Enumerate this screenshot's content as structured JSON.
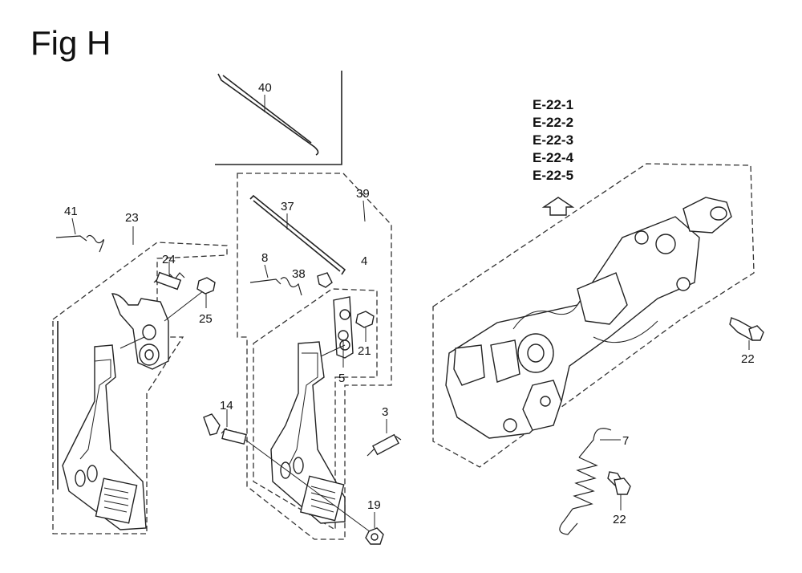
{
  "figure": {
    "title": "Fig H"
  },
  "references": [
    "E-22-1",
    "E-22-2",
    "E-22-3",
    "E-22-4",
    "E-22-5"
  ],
  "callouts": {
    "p40": "40",
    "p39": "39",
    "p41": "41",
    "p23": "23",
    "p37": "37",
    "p24": "24",
    "p8": "8",
    "p38": "38",
    "p4": "4",
    "p25": "25",
    "p21": "21",
    "p5": "5",
    "p14": "14",
    "p3": "3",
    "p19": "19",
    "p22a": "22",
    "p22b": "22",
    "p7": "7"
  }
}
